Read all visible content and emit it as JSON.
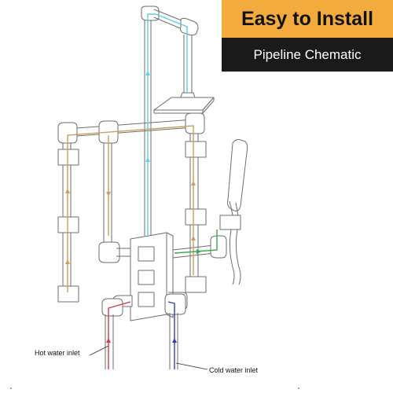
{
  "banner": {
    "title": "Easy to Install",
    "subtitle": "Pipeline Chematic"
  },
  "labels": {
    "hot_inlet": "Hot water inlet",
    "cold_inlet": "Cold water inlet"
  },
  "colors": {
    "banner_accent": "#f2ab3c",
    "banner_dark": "#1a1a1a",
    "hot_line": "#d2384a",
    "cold_line": "#3a3ab0",
    "shower_line": "#5ed0e0",
    "side_line": "#c8a060",
    "handheld_line": "#3aa84a"
  }
}
